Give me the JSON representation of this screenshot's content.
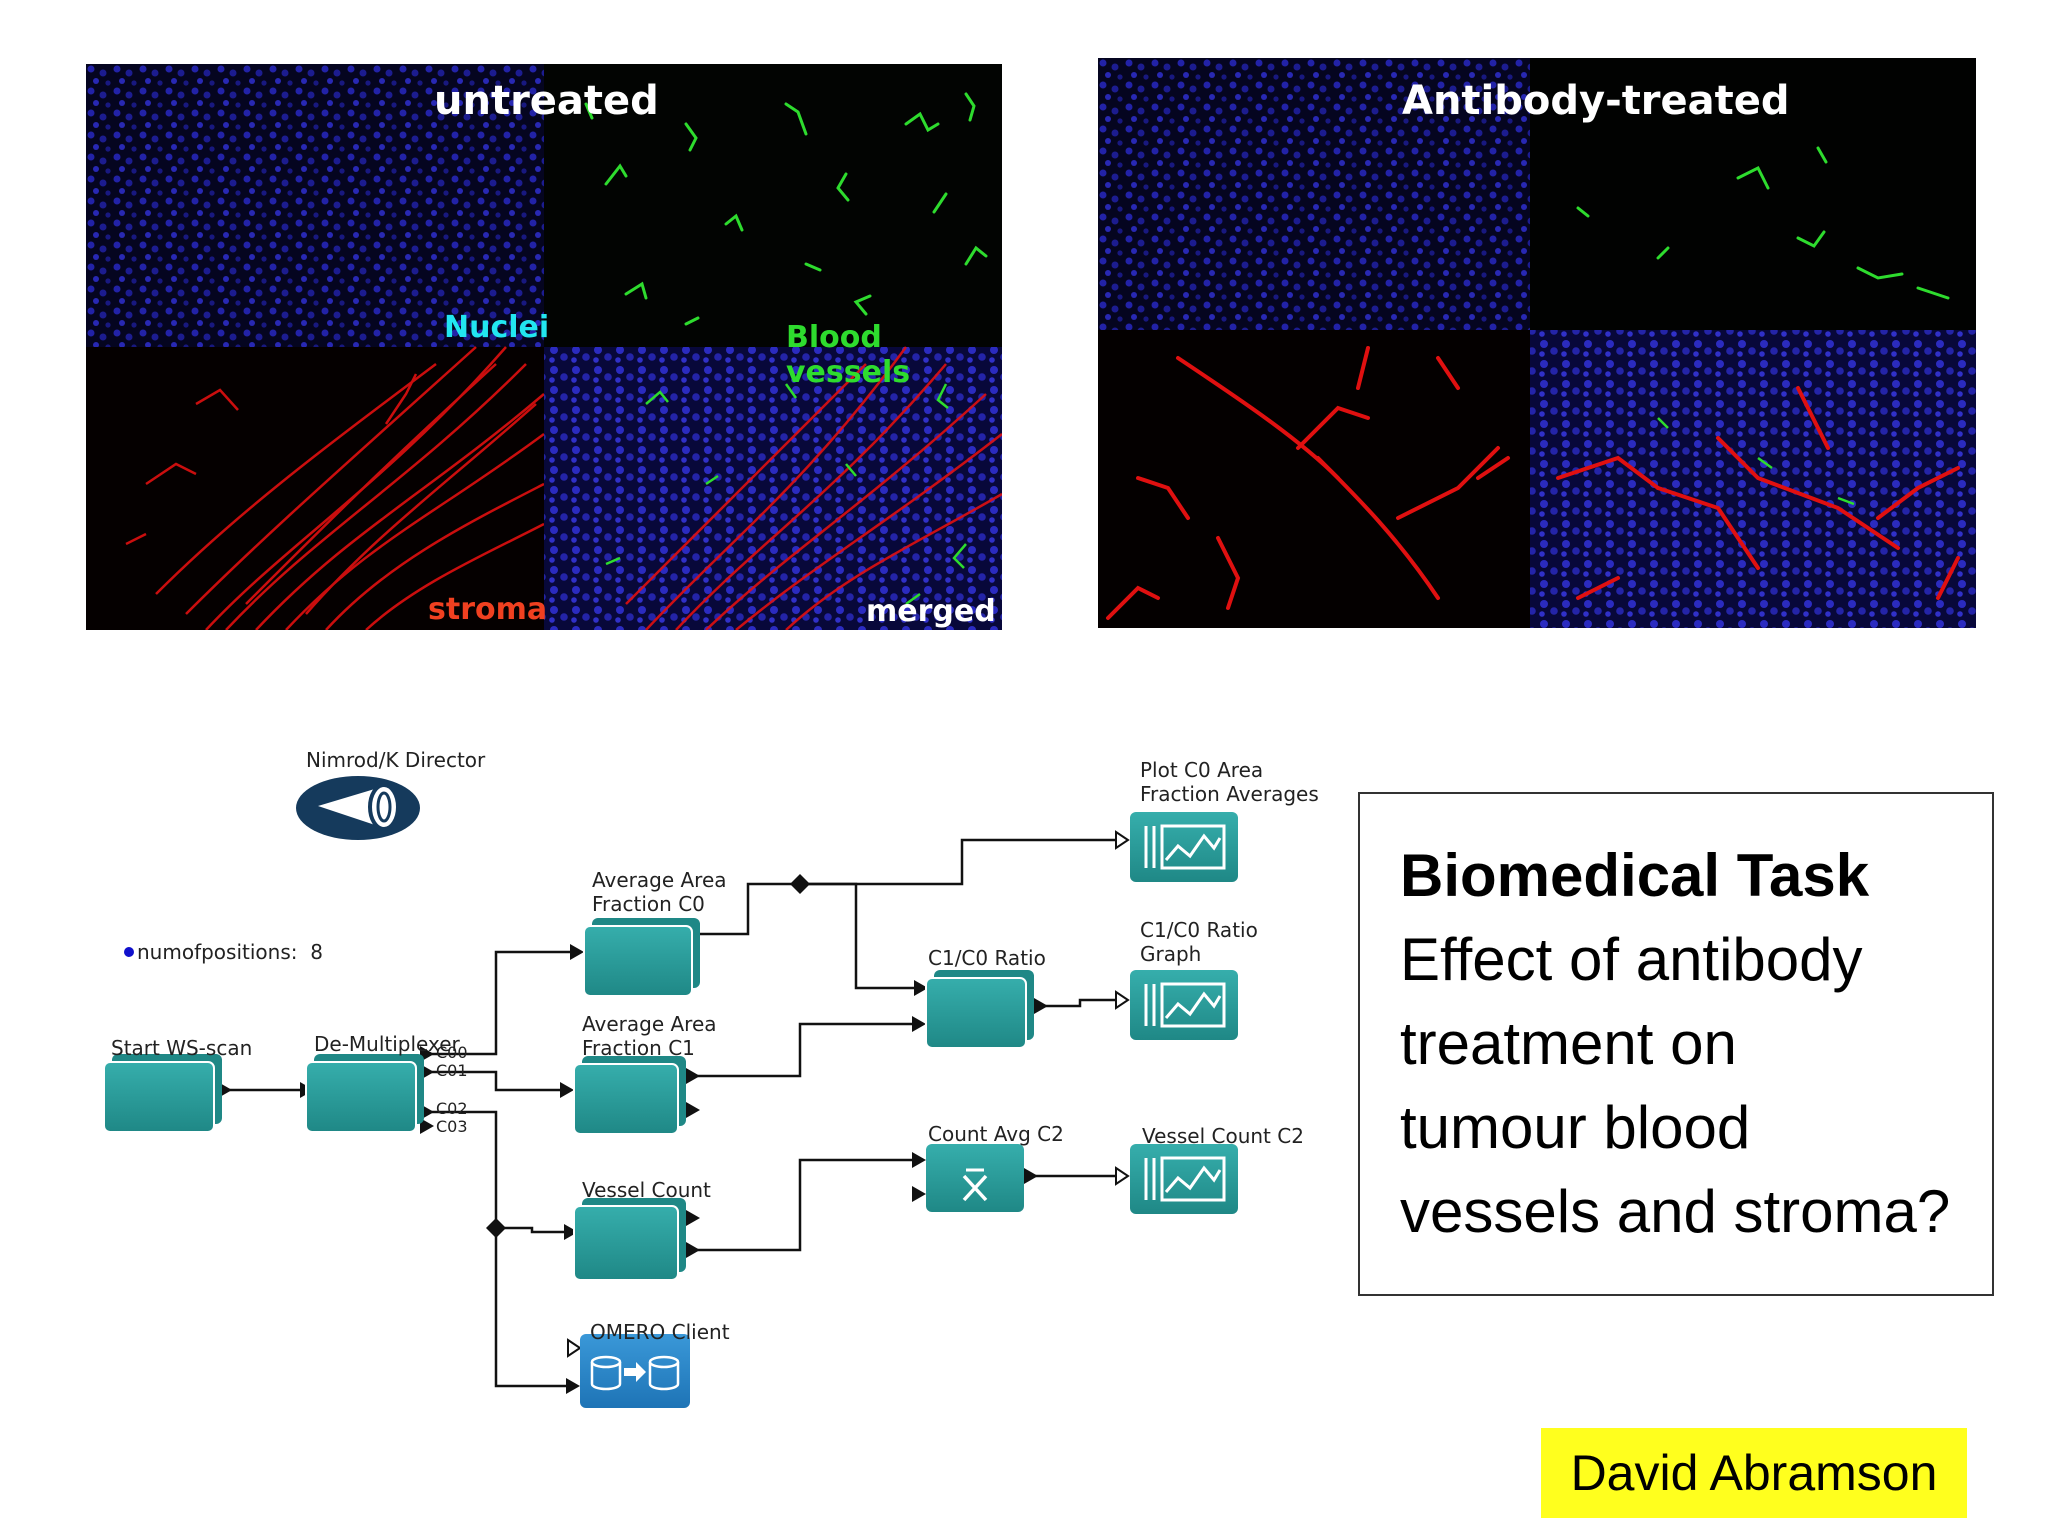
{
  "panels": {
    "untreated": {
      "title": "untreated",
      "labels": {
        "nuclei": "Nuclei",
        "blood_vessels": "Blood vessels",
        "stroma": "stroma",
        "merged": "merged"
      }
    },
    "treated": {
      "title": "Antibody-treated"
    }
  },
  "workflow": {
    "director": "Nimrod/K Director",
    "parameter": "numofpositions:  8",
    "nodes": {
      "start": "Start WS-scan",
      "demux": "De-Multiplexer",
      "avg_c0": "Average Area\nFraction C0",
      "avg_c1": "Average Area\nFraction C1",
      "vessel_count": "Vessel Count",
      "omero": "OMERO Client",
      "ratio": "C1/C0 Ratio",
      "count_avg": "Count Avg C2",
      "plot_c0": "Plot C0 Area\nFraction Averages",
      "ratio_graph": "C1/C0 Ratio\nGraph",
      "vessel_count_c2": "Vessel Count C2"
    },
    "ports": [
      "C00",
      "C01",
      "C02",
      "C03"
    ]
  },
  "task": {
    "title": "Biomedical Task",
    "lines": [
      "Effect of antibody",
      "treatment on",
      "tumour blood",
      "vessels and stroma?"
    ]
  },
  "author": "David Abramson",
  "colors": {
    "actor_teal": "#2a9a98",
    "actor_blue": "#2a86c8",
    "nuclei_blue": "#1a1aa0",
    "vessel_green": "#2edc2e",
    "stroma_red": "#e01010",
    "author_bg": "#ffff1e"
  },
  "icons": {
    "director": "director-icon",
    "plot": "plot-icon",
    "mean": "mean-icon",
    "database": "database-icon"
  }
}
